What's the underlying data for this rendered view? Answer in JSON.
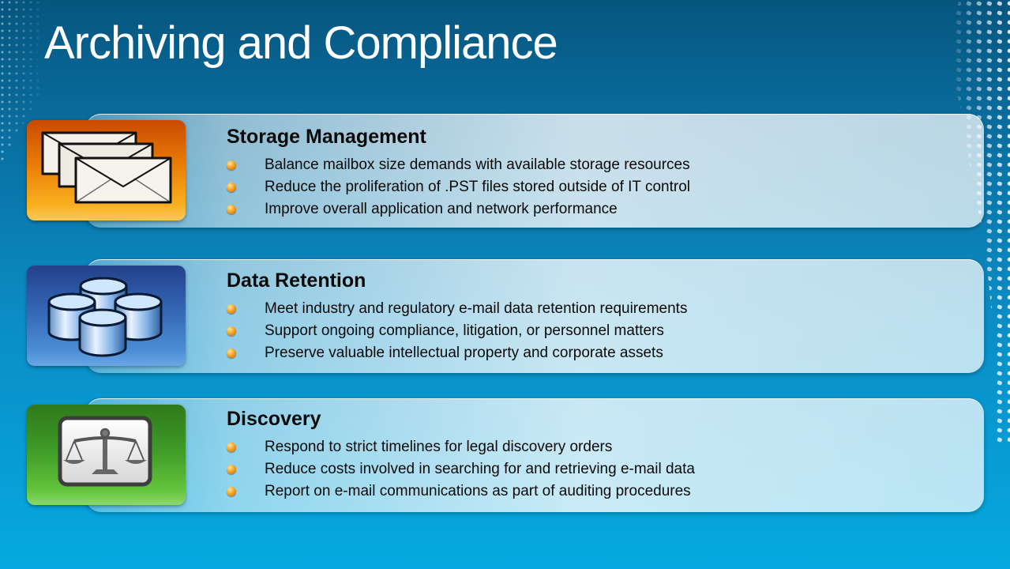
{
  "slide": {
    "title": "Archiving and Compliance"
  },
  "sections": [
    {
      "heading": "Storage Management",
      "icon": "envelopes-icon",
      "accent": "#ea7d06",
      "bullets": [
        "Balance mailbox size demands with available storage resources",
        "Reduce the proliferation of .PST files stored outside of IT control",
        "Improve overall application and network performance"
      ]
    },
    {
      "heading": "Data Retention",
      "icon": "database-cylinders-icon",
      "accent": "#3467b6",
      "bullets": [
        "Meet industry and regulatory e-mail data retention requirements",
        "Support ongoing compliance, litigation, or personnel matters",
        "Preserve valuable intellectual property and corporate assets"
      ]
    },
    {
      "heading": "Discovery",
      "icon": "scales-of-justice-icon",
      "accent": "#3f9a27",
      "bullets": [
        "Respond to strict timelines for legal discovery orders",
        "Reduce costs involved in searching for and retrieving e-mail data",
        "Report on e-mail communications as part of auditing procedures"
      ]
    }
  ],
  "colors": {
    "background_top": "#06567f",
    "background_bottom": "#05a9e0",
    "title_text": "#ffffff",
    "bullet_marker": "#f6a623"
  }
}
